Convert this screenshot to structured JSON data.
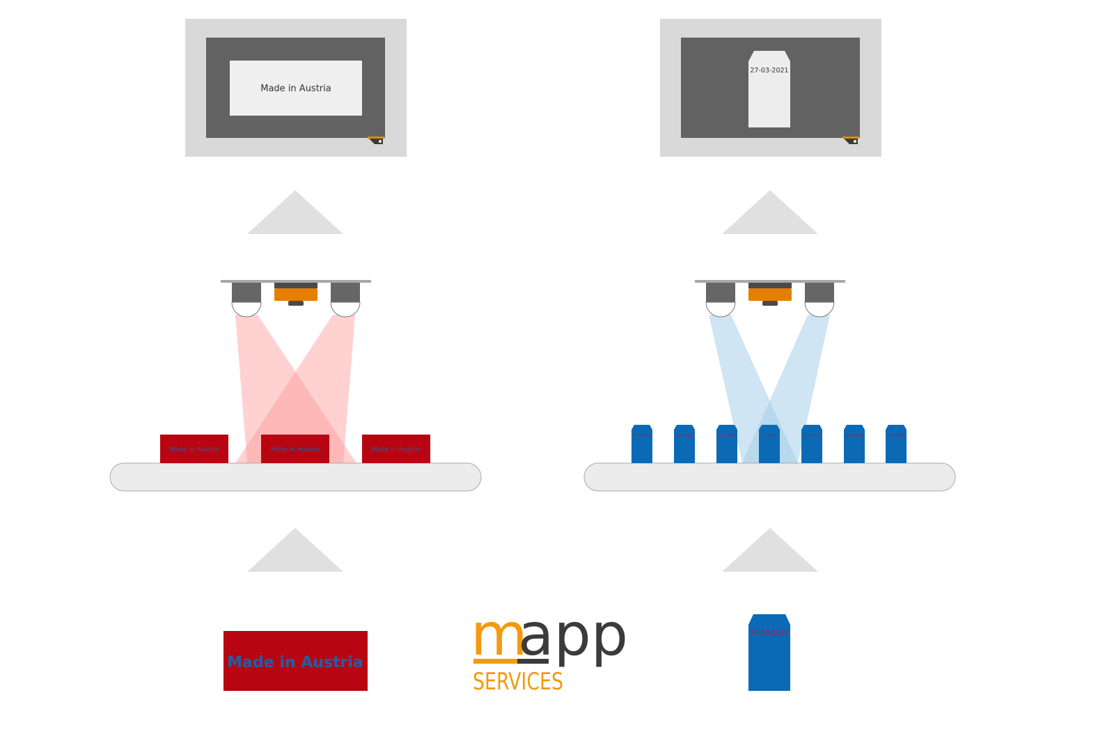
{
  "left_panel": {
    "screen_text": "Made in Austria",
    "product_labels": [
      "Made in Austria",
      "Made in Austria",
      "Made in Austria"
    ],
    "sample_label": "Made in Austria",
    "product_color": "#b70611",
    "print_color": "#1f5fa8",
    "beam_color": "#ff9a9a"
  },
  "right_panel": {
    "screen_text": "27-03-2021",
    "product_labels": [
      "27-03-2021",
      "27-03-2021",
      "27-03-2021",
      "27-03-2021",
      "27-03-2021",
      "27-03-2021",
      "27-03-2021"
    ],
    "sample_label": "27-03-2021",
    "product_color": "#0a6ab6",
    "print_color": "#b01a3a",
    "beam_color": "#9fcbe8"
  },
  "logo": {
    "m": "m",
    "app": "app",
    "services": "SERVICES",
    "orange": "#f39a0e",
    "dark": "#3b3b3b"
  }
}
